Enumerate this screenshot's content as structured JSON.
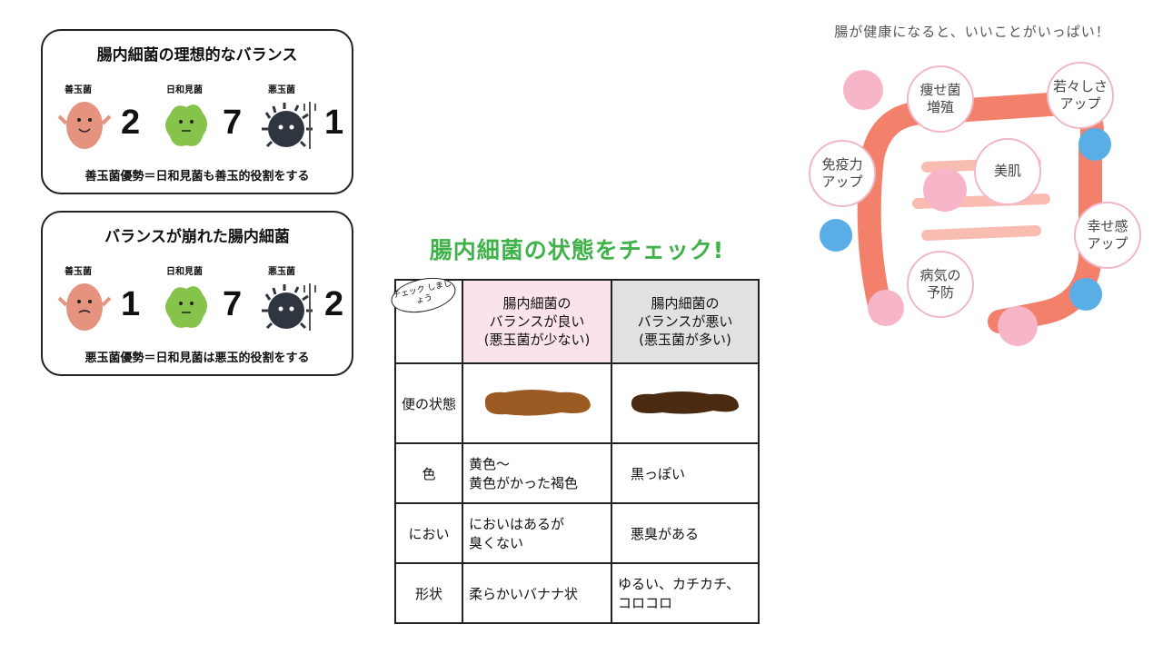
{
  "balance_cards": [
    {
      "title": "腸内細菌の理想的なバランス",
      "items": [
        {
          "label": "善玉菌",
          "value": "2"
        },
        {
          "label": "日和見菌",
          "value": "7"
        },
        {
          "label": "悪玉菌",
          "value": "1"
        }
      ],
      "footer": "善玉菌優勢＝日和見菌も善玉的役割をする"
    },
    {
      "title": "バランスが崩れた腸内細菌",
      "items": [
        {
          "label": "善玉菌",
          "value": "1"
        },
        {
          "label": "日和見菌",
          "value": "7"
        },
        {
          "label": "悪玉菌",
          "value": "2"
        }
      ],
      "footer": "悪玉菌優勢＝日和見菌は悪玉的役割をする"
    }
  ],
  "check_table": {
    "title": "腸内細菌の状態をチェック!",
    "bubble": "チェック しましょう",
    "header_good": [
      "腸内細菌の",
      "バランスが良い",
      "(悪玉菌が少ない)"
    ],
    "header_bad": [
      "腸内細菌の",
      "バランスが悪い",
      "(悪玉菌が多い)"
    ],
    "rows": [
      {
        "label": "便の状態",
        "good": "",
        "bad": ""
      },
      {
        "label": "色",
        "good": "黄色〜\n黄色がかった褐色",
        "bad": "黒っぽい"
      },
      {
        "label": "におい",
        "good": "においはあるが\n臭くない",
        "bad": "悪臭がある"
      },
      {
        "label": "形状",
        "good": "柔らかいバナナ状",
        "bad": "ゆるい、カチカチ、\nコロコロ"
      }
    ],
    "stool_colors": {
      "good": "#9a5a22",
      "bad": "#4a2a10"
    }
  },
  "illustration": {
    "caption": "腸が健康になると、いいことがいっぱい！",
    "benefits": [
      "痩せ菌\n増殖",
      "若々しさ\nアップ",
      "免疫力\nアップ",
      "美肌",
      "幸せ感\nアップ",
      "病気の\n予防"
    ]
  },
  "colors": {
    "good_bacteria": "#e08a7a",
    "neutral_bacteria": "#8bc34a",
    "bad_bacteria": "#2f3640",
    "title_green": "#3fb24a",
    "intestine": "#f06a50"
  }
}
